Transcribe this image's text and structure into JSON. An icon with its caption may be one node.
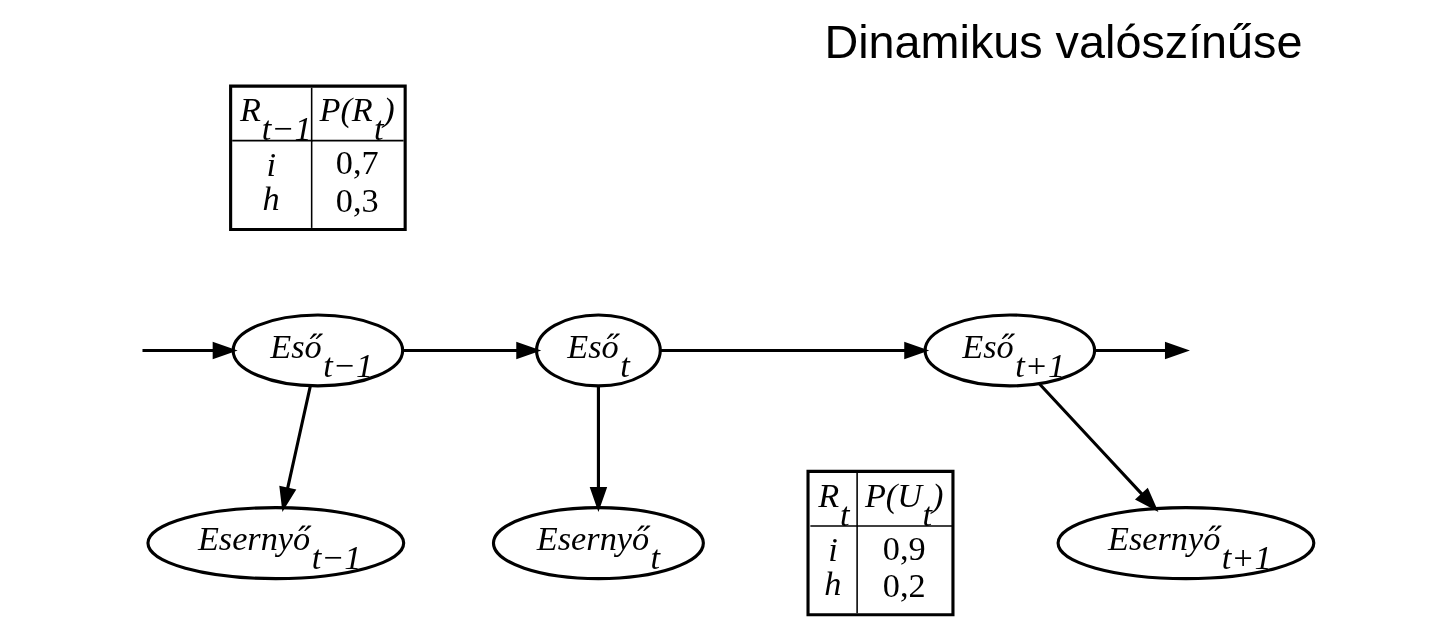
{
  "diagram": {
    "title": "Dinamikus valószínűse",
    "nodes": [
      {
        "text": [
          "Eső$_{t−1}$"
        ]
      },
      {
        "text": [
          "Eső$_{t}$"
        ]
      },
      {
        "text": [
          "Eső$_{t+1}$"
        ]
      },
      {
        "text": [
          "Esernyő$_{t−1}$"
        ]
      },
      {
        "text": [
          "Esernyő$_{t}$"
        ]
      },
      {
        "text": [
          "Esernyő$_{t+1}$"
        ]
      }
    ],
    "edges": [
      {
        "from": null,
        "to": 0,
        "arrow": "to"
      },
      {
        "from": 0,
        "to": 1,
        "arrow": "to"
      },
      {
        "from": 1,
        "to": 2,
        "arrow": "to"
      },
      {
        "from": 2,
        "to": null,
        "arrow": "to"
      },
      {
        "from": 0,
        "to": 3,
        "arrow": "to"
      },
      {
        "from": 1,
        "to": 4,
        "arrow": "to"
      },
      {
        "from": 2,
        "to": 5,
        "arrow": "to"
      }
    ],
    "labels": [
      "R$_{t−1}$",
      "P(R$_{t}$)",
      "i",
      "0,7",
      "h",
      "0,3",
      "R$_{t}$",
      "P(U$_{t}$)",
      "i",
      "0,9",
      "h",
      "0,2"
    ]
  }
}
